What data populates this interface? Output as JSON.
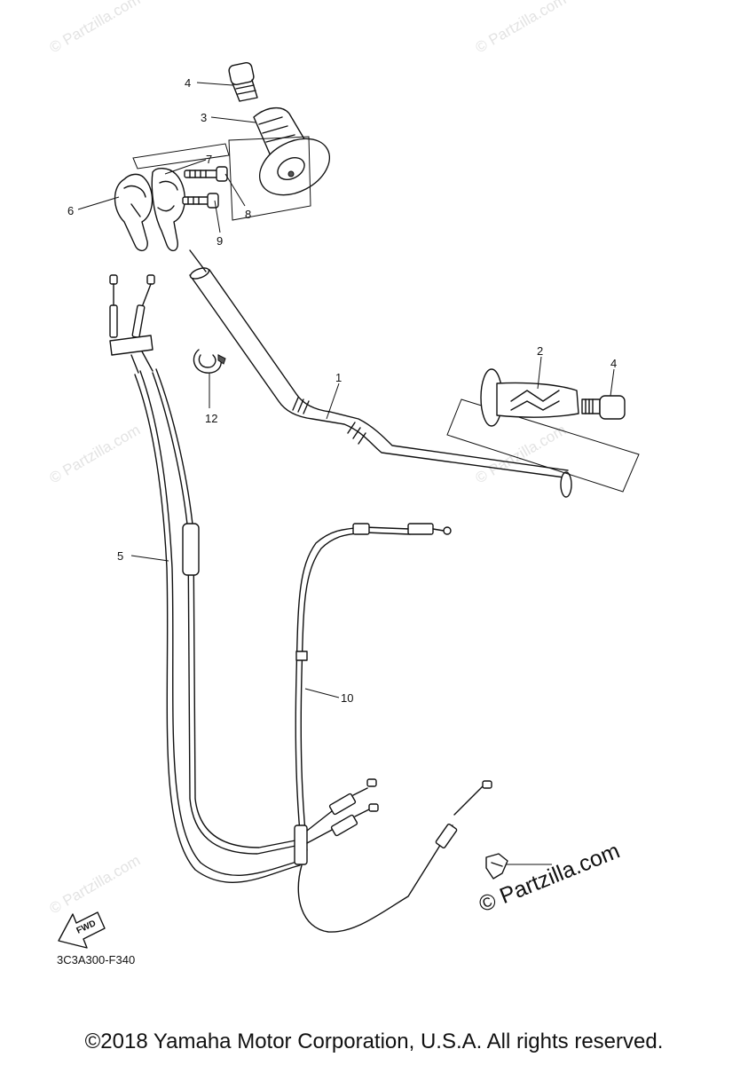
{
  "watermark": "© Partzilla.com",
  "watermark_prominent": "© Partzilla.com",
  "callouts": {
    "c1": "1",
    "c2": "2",
    "c3": "3",
    "c4a": "4",
    "c4b": "4",
    "c5": "5",
    "c6": "6",
    "c7": "7",
    "c8": "8",
    "c9": "9",
    "c10": "10",
    "c12": "12"
  },
  "fwd_label": "FWD",
  "diagram_code": "3C3A300-F340",
  "copyright": "©2018 Yamaha Motor Corporation, U.S.A. All rights reserved."
}
